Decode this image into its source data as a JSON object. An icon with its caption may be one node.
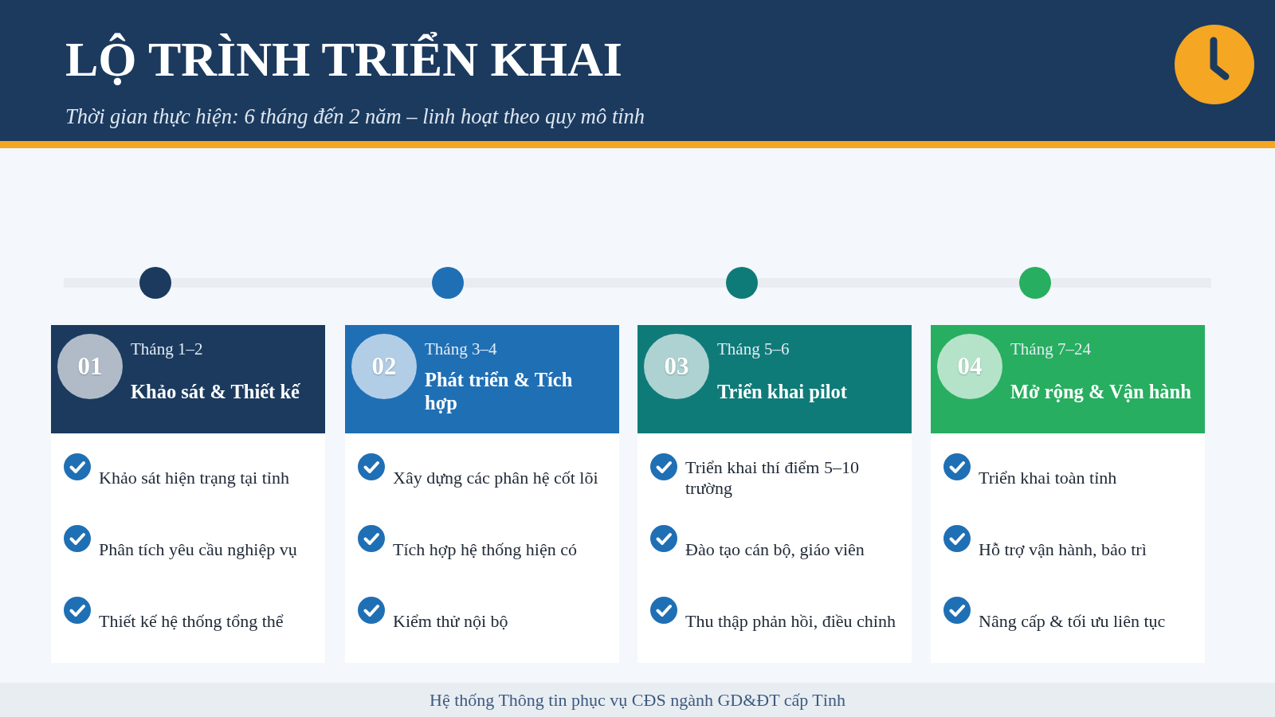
{
  "diagram": {
    "title": "LỘ TRÌNH TRIỂN KHAI",
    "nodes": [
      {
        "text": [],
        "shape": "circle"
      },
      {
        "text": [],
        "shape": "circle"
      },
      {
        "text": [],
        "shape": "circle"
      },
      {
        "text": [],
        "shape": "circle"
      },
      {
        "text": [
          "Khảo sát hiện trạng tại tỉnh",
          "Phân tích yêu cầu nghiệp vụ",
          "Thiết kế hệ thống tổng thể"
        ]
      },
      {
        "text": [
          "Tháng 1–2",
          "Khảo sát & Thiết kế"
        ],
        "in": 4
      },
      {
        "text": [
          "01"
        ],
        "in": 5
      },
      {
        "text": [
          "Xây dựng các phân hệ cốt lõi",
          "Tích hợp hệ thống hiện có",
          "Kiểm thử nội bộ"
        ]
      },
      {
        "text": [
          "Tháng 3–4",
          "Phát triển & Tích hợp"
        ],
        "in": 7
      },
      {
        "text": [
          "02"
        ],
        "in": 8
      },
      {
        "text": [
          "Triển khai thí điểm 5–10 trường",
          "Đào tạo cán bộ, giáo viên",
          "Thu thập phản hồi, điều chỉnh"
        ]
      },
      {
        "text": [
          "Tháng 5–6",
          "Triển khai pilot"
        ],
        "in": 10
      },
      {
        "text": [
          "03"
        ],
        "in": 11
      },
      {
        "text": [
          "Triển khai toàn tỉnh",
          "Hỗ trợ vận hành, bảo trì",
          "Nâng cấp & tối ưu liên tục"
        ]
      },
      {
        "text": [
          "Tháng 7–24",
          "Mở rộng & Vận hành"
        ],
        "in": 13
      },
      {
        "text": [
          "04"
        ],
        "in": 14
      }
    ],
    "edges": [
      {
        "from": null,
        "to": 0,
        "arrow": "none"
      },
      {
        "from": 0,
        "to": 1,
        "arrow": "none"
      },
      {
        "from": 1,
        "to": 2,
        "arrow": "none"
      },
      {
        "from": 2,
        "to": 3,
        "arrow": "none"
      },
      {
        "from": 3,
        "to": null,
        "arrow": "none"
      }
    ],
    "labels": [
      "Thời gian thực hiện: 6 tháng đến 2 năm – linh hoạt theo quy mô tỉnh",
      "Hệ thống Thông tin phục vụ CĐS ngành GD&ĐT cấp Tỉnh"
    ]
  }
}
